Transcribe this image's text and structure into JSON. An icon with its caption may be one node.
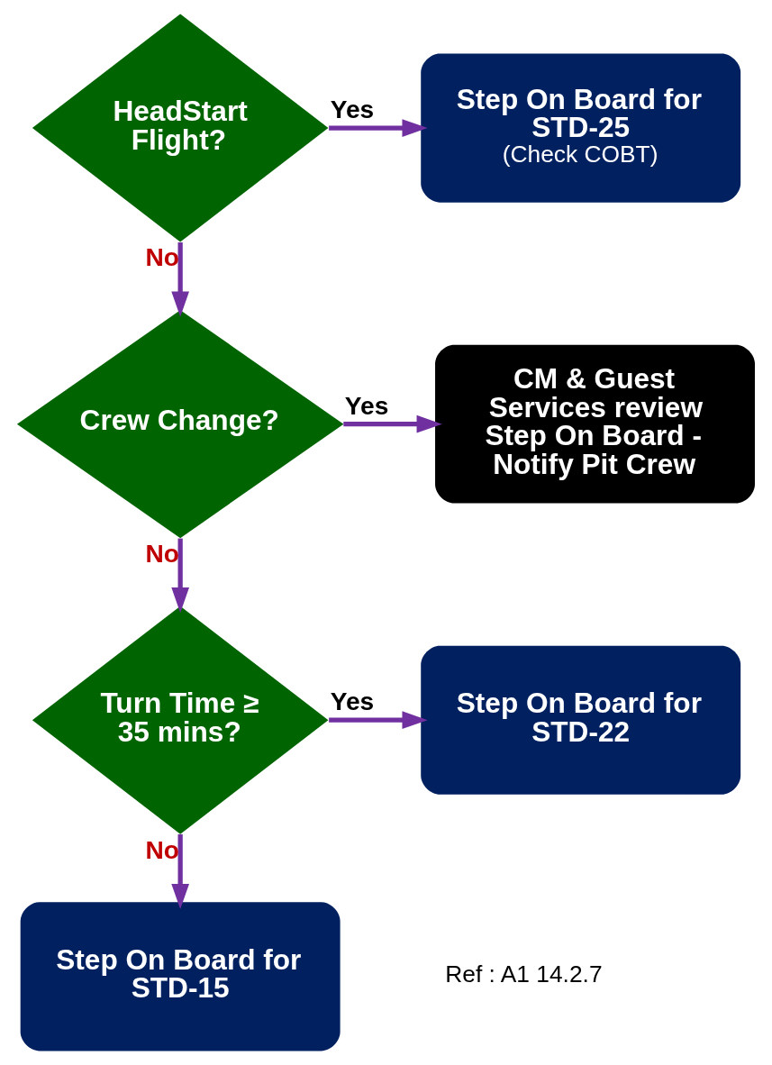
{
  "diagram": {
    "nodes": [
      {
        "text": [
          "HeadStart Flight?"
        ]
      },
      {
        "text": [
          "Step On Board for STD-25",
          "(Check COBT)"
        ]
      },
      {
        "text": [
          "Crew Change?"
        ]
      },
      {
        "text": [
          "CM & Guest Services review Step On Board - Notify Pit Crew"
        ]
      },
      {
        "text": [
          "Turn Time ≥ 35 mins?"
        ]
      },
      {
        "text": [
          "Step On Board for STD-22"
        ]
      },
      {
        "text": [
          "Step On Board for STD-15"
        ]
      }
    ],
    "edges": [
      {
        "from": 0,
        "to": 1,
        "arrow": "to",
        "label": "Yes"
      },
      {
        "from": 0,
        "to": 2,
        "arrow": "to",
        "label": "No"
      },
      {
        "from": 2,
        "to": 3,
        "arrow": "to",
        "label": "Yes"
      },
      {
        "from": 2,
        "to": 4,
        "arrow": "to",
        "label": "No"
      },
      {
        "from": 4,
        "to": 5,
        "arrow": "to",
        "label": "Yes"
      },
      {
        "from": 4,
        "to": 6,
        "arrow": "to",
        "label": "No"
      }
    ],
    "labels": [
      "Ref : A1 14.2.7"
    ]
  }
}
